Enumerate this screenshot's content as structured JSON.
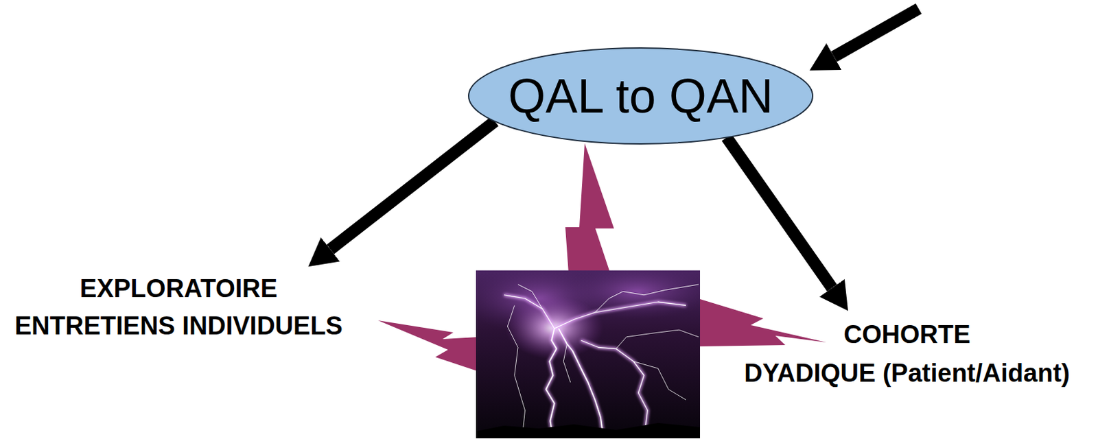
{
  "diagram": {
    "nodes": [
      {
        "text": [
          "QAL to QAN"
        ]
      },
      {
        "text": [
          "EXPLORATOIRE",
          "ENTRETIENS INDIVIDUELS"
        ]
      },
      {
        "text": [
          "COHORTE",
          "DYADIQUE (Patient/Aidant)"
        ]
      }
    ],
    "edges": [
      {
        "from": 0,
        "to": 1,
        "arrow": "to"
      },
      {
        "from": 0,
        "to": 2,
        "arrow": "to"
      }
    ]
  }
}
